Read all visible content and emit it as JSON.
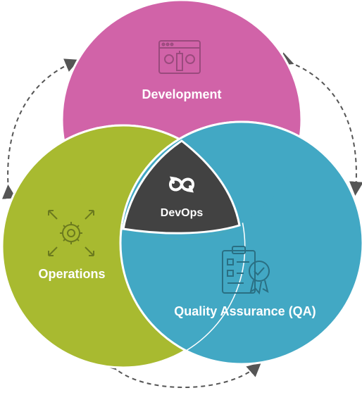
{
  "diagram": {
    "development": {
      "label": "Development",
      "color": "#d163a8",
      "icon": "web-dev-tools-icon"
    },
    "operations": {
      "label": "Operations",
      "color": "#a8ba30",
      "icon": "gear-arrows-icon"
    },
    "qa": {
      "label": "Quality Assurance (QA)",
      "color": "#42a8c4",
      "icon": "checklist-badge-icon"
    },
    "center": {
      "label": "DevOps",
      "color": "#424242",
      "icon": "infinity-cycle-icon"
    },
    "icon_color": "#9a4a7d",
    "cycle_arrow_color": "#555555"
  }
}
